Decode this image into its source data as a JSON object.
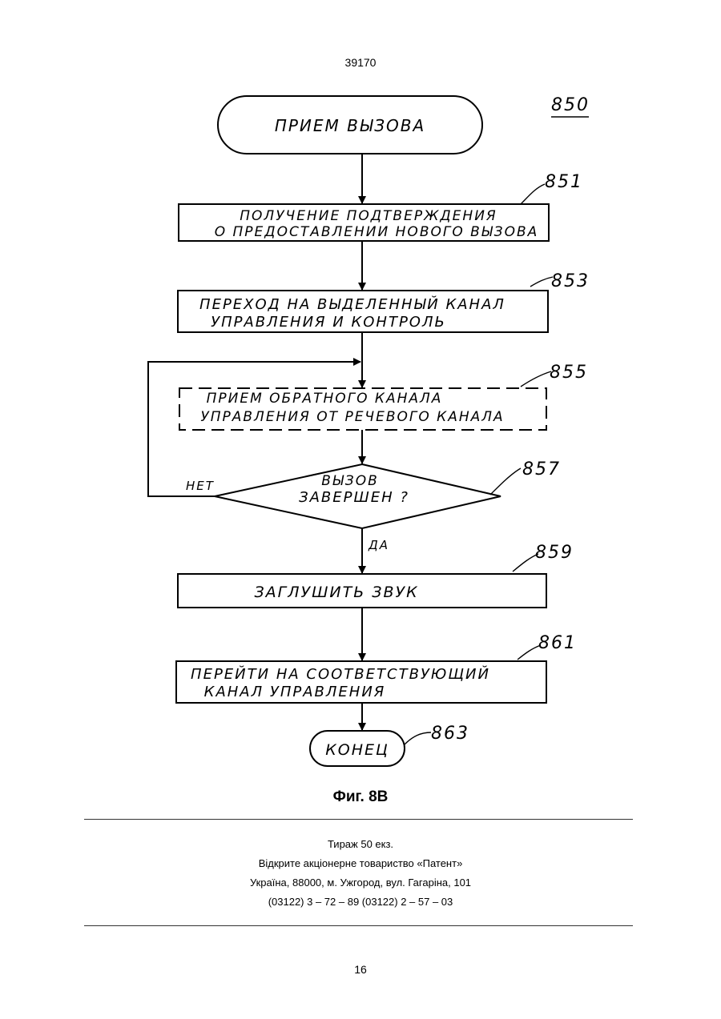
{
  "header": {
    "doc_number": "39170"
  },
  "figure": {
    "ref": "850",
    "start": {
      "label": "ПРИЕМ ВЫЗОВА"
    },
    "steps": [
      {
        "ref": "851",
        "lines": [
          "ПОЛУЧЕНИЕ ПОДТВЕРЖДЕНИЯ",
          "О ПРЕДОСТАВЛЕНИИ НОВОГО ВЫЗОВА"
        ]
      },
      {
        "ref": "853",
        "lines": [
          "ПЕРЕХОД НА ВЫДЕЛЕННЫЙ КАНАЛ",
          "УПРАВЛЕНИЯ И КОНТРОЛЬ"
        ]
      },
      {
        "ref": "855",
        "lines": [
          "ПРИЕМ ОБРАТНОГО КАНАЛА",
          "УПРАВЛЕНИЯ ОТ РЕЧЕВОГО КАНАЛА"
        ]
      }
    ],
    "decision": {
      "ref": "857",
      "lines": [
        "ВЫЗОВ",
        "ЗАВЕРШЕН ?"
      ],
      "no_label": "НЕТ",
      "yes_label": "ДА"
    },
    "after": [
      {
        "ref": "859",
        "lines": [
          "ЗАГЛУШИТЬ ЗВУК"
        ]
      },
      {
        "ref": "861",
        "lines": [
          "ПЕРЕЙТИ НА СООТВЕТСТВУЮЩИЙ",
          "КАНАЛ УПРАВЛЕНИЯ"
        ]
      }
    ],
    "end": {
      "ref": "863",
      "label": "КОНЕЦ"
    },
    "caption": "Фиг. 8В"
  },
  "imprint": {
    "line1": "Тираж 50 екз.",
    "line2": "Відкрите акціонерне товариство «Патент»",
    "line3": "Україна, 88000, м. Ужгород, вул. Гагаріна, 101",
    "line4": "(03122) 3 – 72 – 89   (03122) 2 – 57 – 03"
  },
  "footer": {
    "page_number": "16"
  }
}
